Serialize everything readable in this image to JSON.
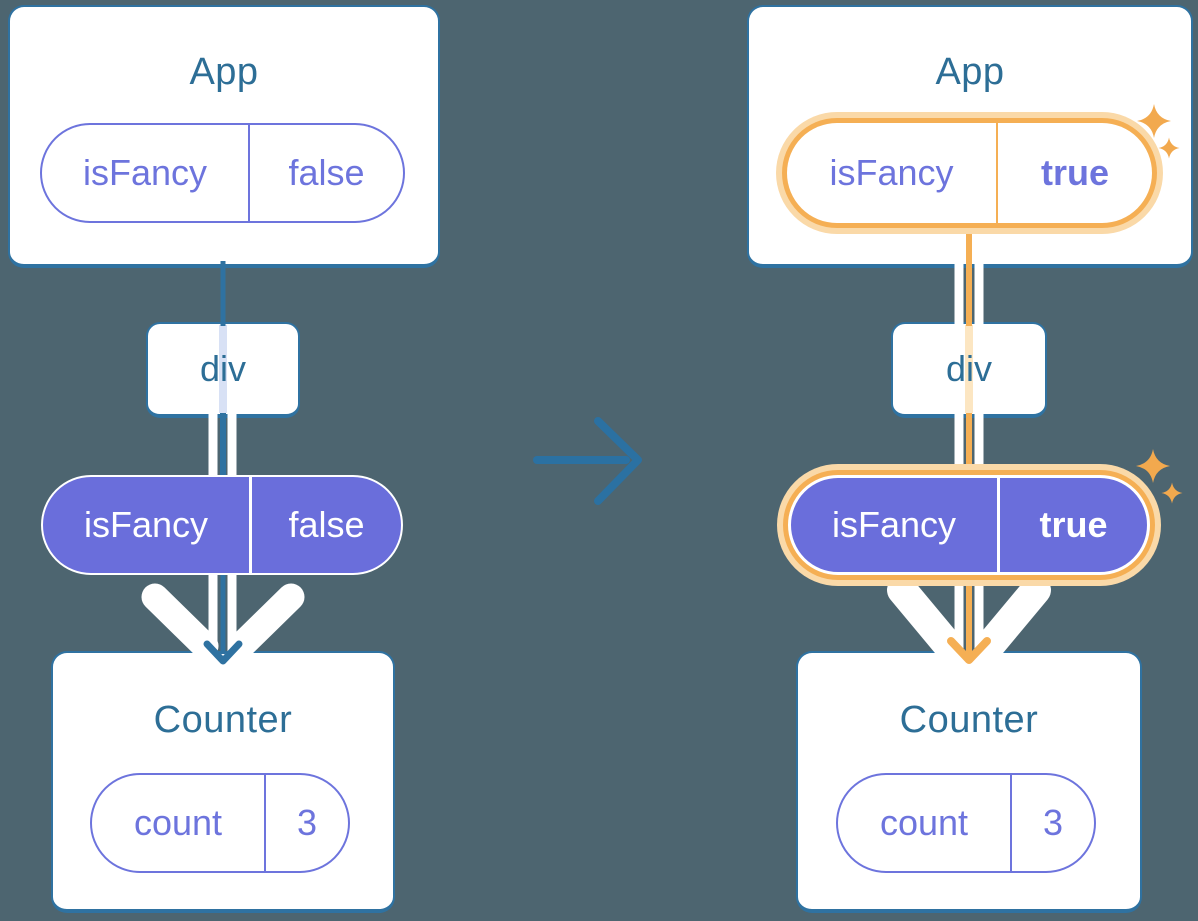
{
  "panels": {
    "left": {
      "app": {
        "title": "App",
        "pill": {
          "key": "isFancy",
          "value": "false"
        }
      },
      "div": {
        "label": "div"
      },
      "state_pill": {
        "key": "isFancy",
        "value": "false"
      },
      "counter": {
        "title": "Counter",
        "pill": {
          "key": "count",
          "value": "3"
        }
      }
    },
    "right": {
      "app": {
        "title": "App",
        "pill": {
          "key": "isFancy",
          "value": "true"
        }
      },
      "div": {
        "label": "div"
      },
      "state_pill": {
        "key": "isFancy",
        "value": "true"
      },
      "counter": {
        "title": "Counter",
        "pill": {
          "key": "count",
          "value": "3"
        }
      }
    }
  },
  "icons": {
    "transition": "arrow-right-icon",
    "highlight": "sparkle-icon"
  },
  "colors": {
    "background": "#4D6570",
    "card_border": "#2F72A1",
    "title_text": "#2D6E96",
    "purple_fill": "#6A6EDB",
    "purple_outline": "#6D74DD",
    "highlight_orange": "#F5AF54",
    "highlight_halo": "#FAD9A8",
    "sparkle": "#F2A94E",
    "edge_blue": "#2F72A1",
    "arrow_blue": "#2B71A2",
    "stripe_left": "#D8E1F5",
    "stripe_right": "#FCE6C2"
  }
}
